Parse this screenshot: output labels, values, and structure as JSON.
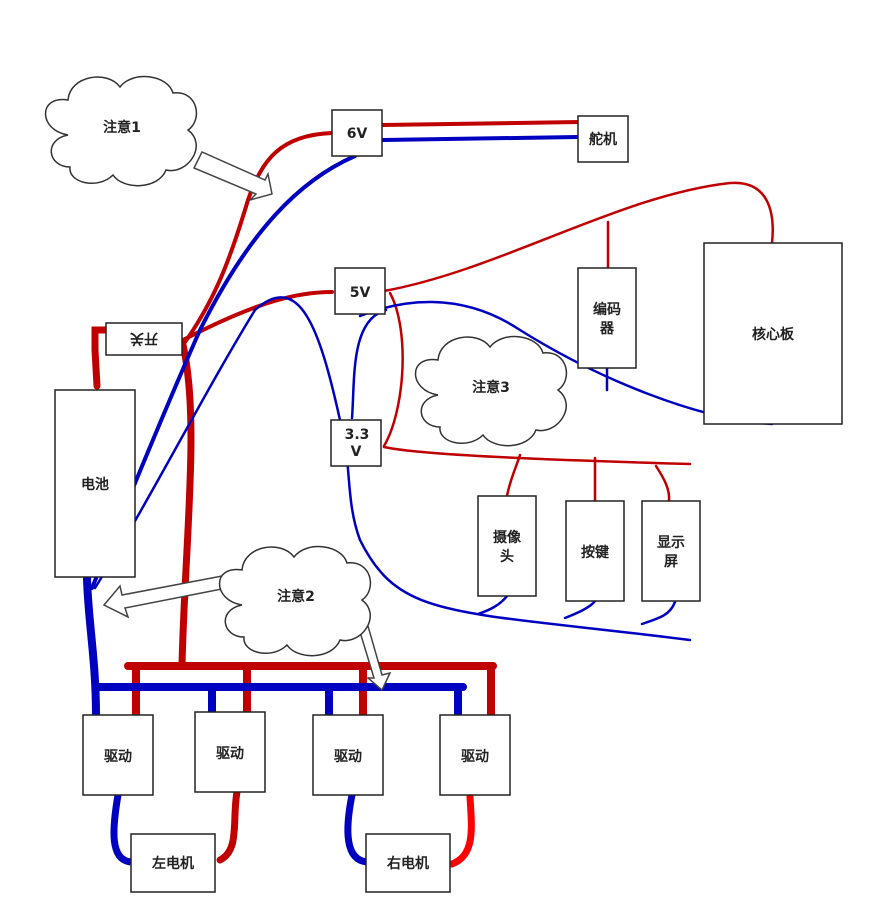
{
  "colors": {
    "positive": "#c00000",
    "negative": "#0000c0",
    "box_border": "#222222",
    "bright_red": "#ff0000"
  },
  "labels": {
    "v6": "6V",
    "servo": "舵机",
    "v5": "5V",
    "v33_top": "3.3",
    "v33_bottom": "V",
    "encoder_line1": "编码",
    "encoder_line2": "器",
    "core_board": "核心板",
    "switch": "开关",
    "battery": "电池",
    "camera_line1": "摄像",
    "camera_line2": "头",
    "button": "按键",
    "display_line1": "显示",
    "display_line2": "屏",
    "driver1": "驱动",
    "driver2": "驱动",
    "driver3": "驱动",
    "driver4": "驱动",
    "left_motor": "左电机",
    "right_motor": "右电机"
  },
  "notes": {
    "note1": "注意1",
    "note2": "注意2",
    "note3": "注意3"
  }
}
